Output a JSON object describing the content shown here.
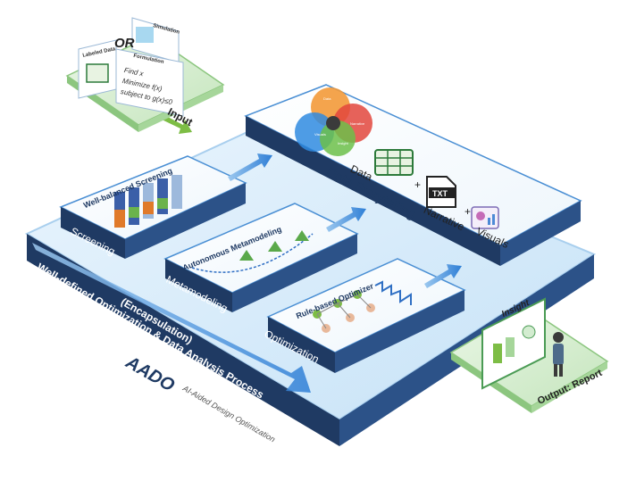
{
  "input": {
    "or_label": "OR",
    "simulation_label": "Simulation",
    "labeled_data_label": "Labeled Data",
    "formulation_label": "Formulation",
    "formula_line1": "Find x",
    "formula_line2": "Minimize f(x)",
    "formula_line3": "subject to g(x)≤0",
    "input_label": "Input"
  },
  "storytelling": {
    "title": "Data Storytelling",
    "venn_items": [
      "Data",
      "Visuals",
      "Narrative",
      "Insight"
    ],
    "data_label": "Data",
    "plus1": "+",
    "narrative_label": "Narrative",
    "plus2": "+",
    "visuals_label": "Visuals",
    "txt_label": "TXT"
  },
  "screening": {
    "card_title": "Well-balanced Screening",
    "stage_label": "Screening"
  },
  "metamodeling": {
    "card_title": "Autonomous Metamodeling",
    "stage_label": "Metamodeling"
  },
  "optimization": {
    "card_title": "Rule-based Optimizer",
    "stage_label": "Optimization"
  },
  "process": {
    "line1": "Well-defined Optimization & Data Analysis Process",
    "line2": "(Encapsulation)"
  },
  "brand": {
    "acronym": "AADO",
    "expansion": "AI-Aided Design Optimization"
  },
  "output": {
    "insight_label": "Insight",
    "output_label": "Output: Report"
  },
  "colors": {
    "platform_dark": "#1f3a63",
    "platform_light": "#d8ecfb",
    "card_border": "#4a8fd4",
    "arrow_blue": "#3c83d8",
    "green_base": "#cfe9c9",
    "venn_orange": "#f39a3a",
    "venn_green": "#6cc04a",
    "venn_red": "#e2473d",
    "venn_blue": "#2f8be0"
  }
}
